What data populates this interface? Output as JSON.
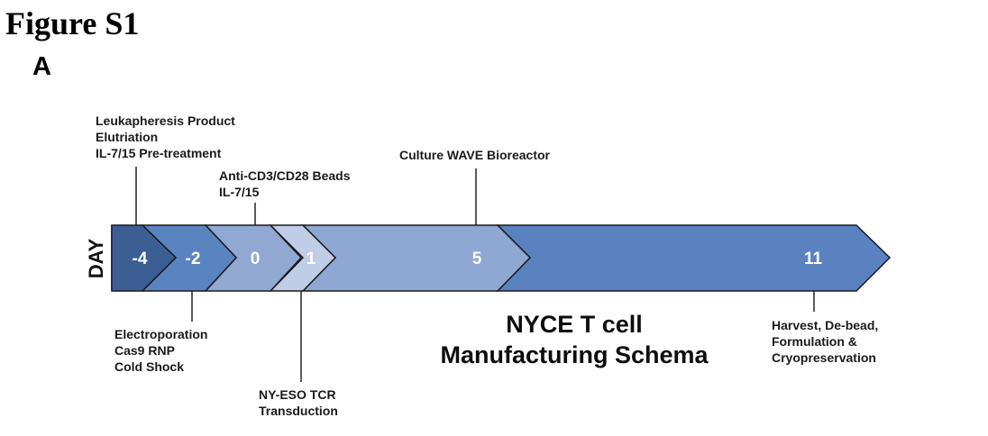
{
  "figure": {
    "title": "Figure S1",
    "panel": "A",
    "axis_label": "DAY",
    "schema_title_line1": "NYCE T cell",
    "schema_title_line2": "Manufacturing Schema"
  },
  "timeline": {
    "segments": [
      {
        "day": "-4",
        "color": "#3b5f94"
      },
      {
        "day": "-2",
        "color": "#5a84c0"
      },
      {
        "day": "0",
        "color": "#91a8d2"
      },
      {
        "day": "1",
        "color": "#c0cde6"
      },
      {
        "day": "5",
        "color": "#8fa7d3"
      },
      {
        "day": "11",
        "color": "#5b82c0"
      }
    ],
    "annotations_top": [
      {
        "day": "-4",
        "lines": [
          "Leukapheresis Product",
          "Elutriation",
          "IL-7/15 Pre-treatment"
        ]
      },
      {
        "day": "0",
        "lines": [
          "Anti-CD3/CD28 Beads",
          "IL-7/15"
        ]
      },
      {
        "day": "5",
        "lines": [
          "Culture WAVE Bioreactor"
        ]
      }
    ],
    "annotations_bottom": [
      {
        "day": "-2",
        "lines": [
          "Electroporation",
          "Cas9 RNP",
          "Cold Shock"
        ]
      },
      {
        "day": "1",
        "lines": [
          "NY-ESO TCR",
          "Transduction"
        ]
      },
      {
        "day": "11",
        "lines": [
          "Harvest, De-bead,",
          "Formulation &",
          "Cryopreservation"
        ]
      }
    ]
  }
}
